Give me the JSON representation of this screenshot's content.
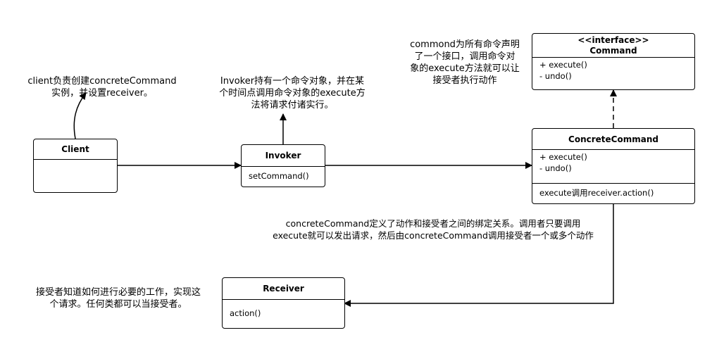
{
  "classes": {
    "client": {
      "name": "Client"
    },
    "invoker": {
      "name": "Invoker",
      "methods": [
        "setCommand()"
      ]
    },
    "command": {
      "stereotype": "<<interface>>",
      "name": "Command",
      "methods": [
        "+ execute()",
        "- undo()"
      ]
    },
    "concrete_command": {
      "name": "ConcreteCommand",
      "methods": [
        "+ execute()",
        "- undo()"
      ],
      "impl": [
        "execute调用receiver.action()"
      ]
    },
    "receiver": {
      "name": "Receiver",
      "methods": [
        "action()"
      ]
    }
  },
  "notes": {
    "client_note": [
      "client负责创建concreteCommand",
      "实例，并设置receiver。"
    ],
    "invoker_note": [
      "Invoker持有一个命令对象，并在某",
      "个时间点调用命令对象的execute方",
      "法将请求付诸实行。"
    ],
    "command_note": [
      "commond为所有命令声明",
      "了一个接口，调用命令对",
      "象的execute方法就可以让",
      "接受者执行动作"
    ],
    "concrete_note": [
      "concreteCommand定义了动作和接受者之间的绑定关系。调用者只要调用",
      "execute就可以发出请求，然后由concreteCommand调用接受者一个或多个动作"
    ],
    "receiver_note": [
      "接受者知道如何进行必要的工作，实现这",
      "个请求。任何类都可以当接受者。"
    ]
  }
}
